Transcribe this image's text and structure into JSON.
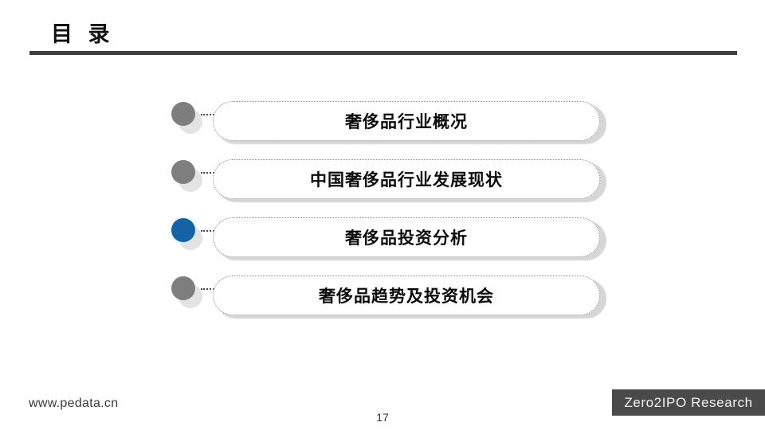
{
  "slide": {
    "title": "目  录",
    "page_number": "17",
    "background_color": "#ffffff",
    "rule_color": "#3f3f3f"
  },
  "toc": {
    "items": [
      {
        "label": "奢侈品行业概况",
        "bullet_state": "inactive",
        "bullet_color": "#7e7e7e"
      },
      {
        "label": "中国奢侈品行业发展现状",
        "bullet_state": "inactive",
        "bullet_color": "#7e7e7e"
      },
      {
        "label": "奢侈品投资分析",
        "bullet_state": "active",
        "bullet_color": "#1363a6"
      },
      {
        "label": "奢侈品趋势及投资机会",
        "bullet_state": "inactive",
        "bullet_color": "#7e7e7e"
      }
    ]
  },
  "footer": {
    "url": "www.pedata.cn",
    "brand": "Zero2IPO Research",
    "brand_bar_color": "#4a4a4a"
  }
}
